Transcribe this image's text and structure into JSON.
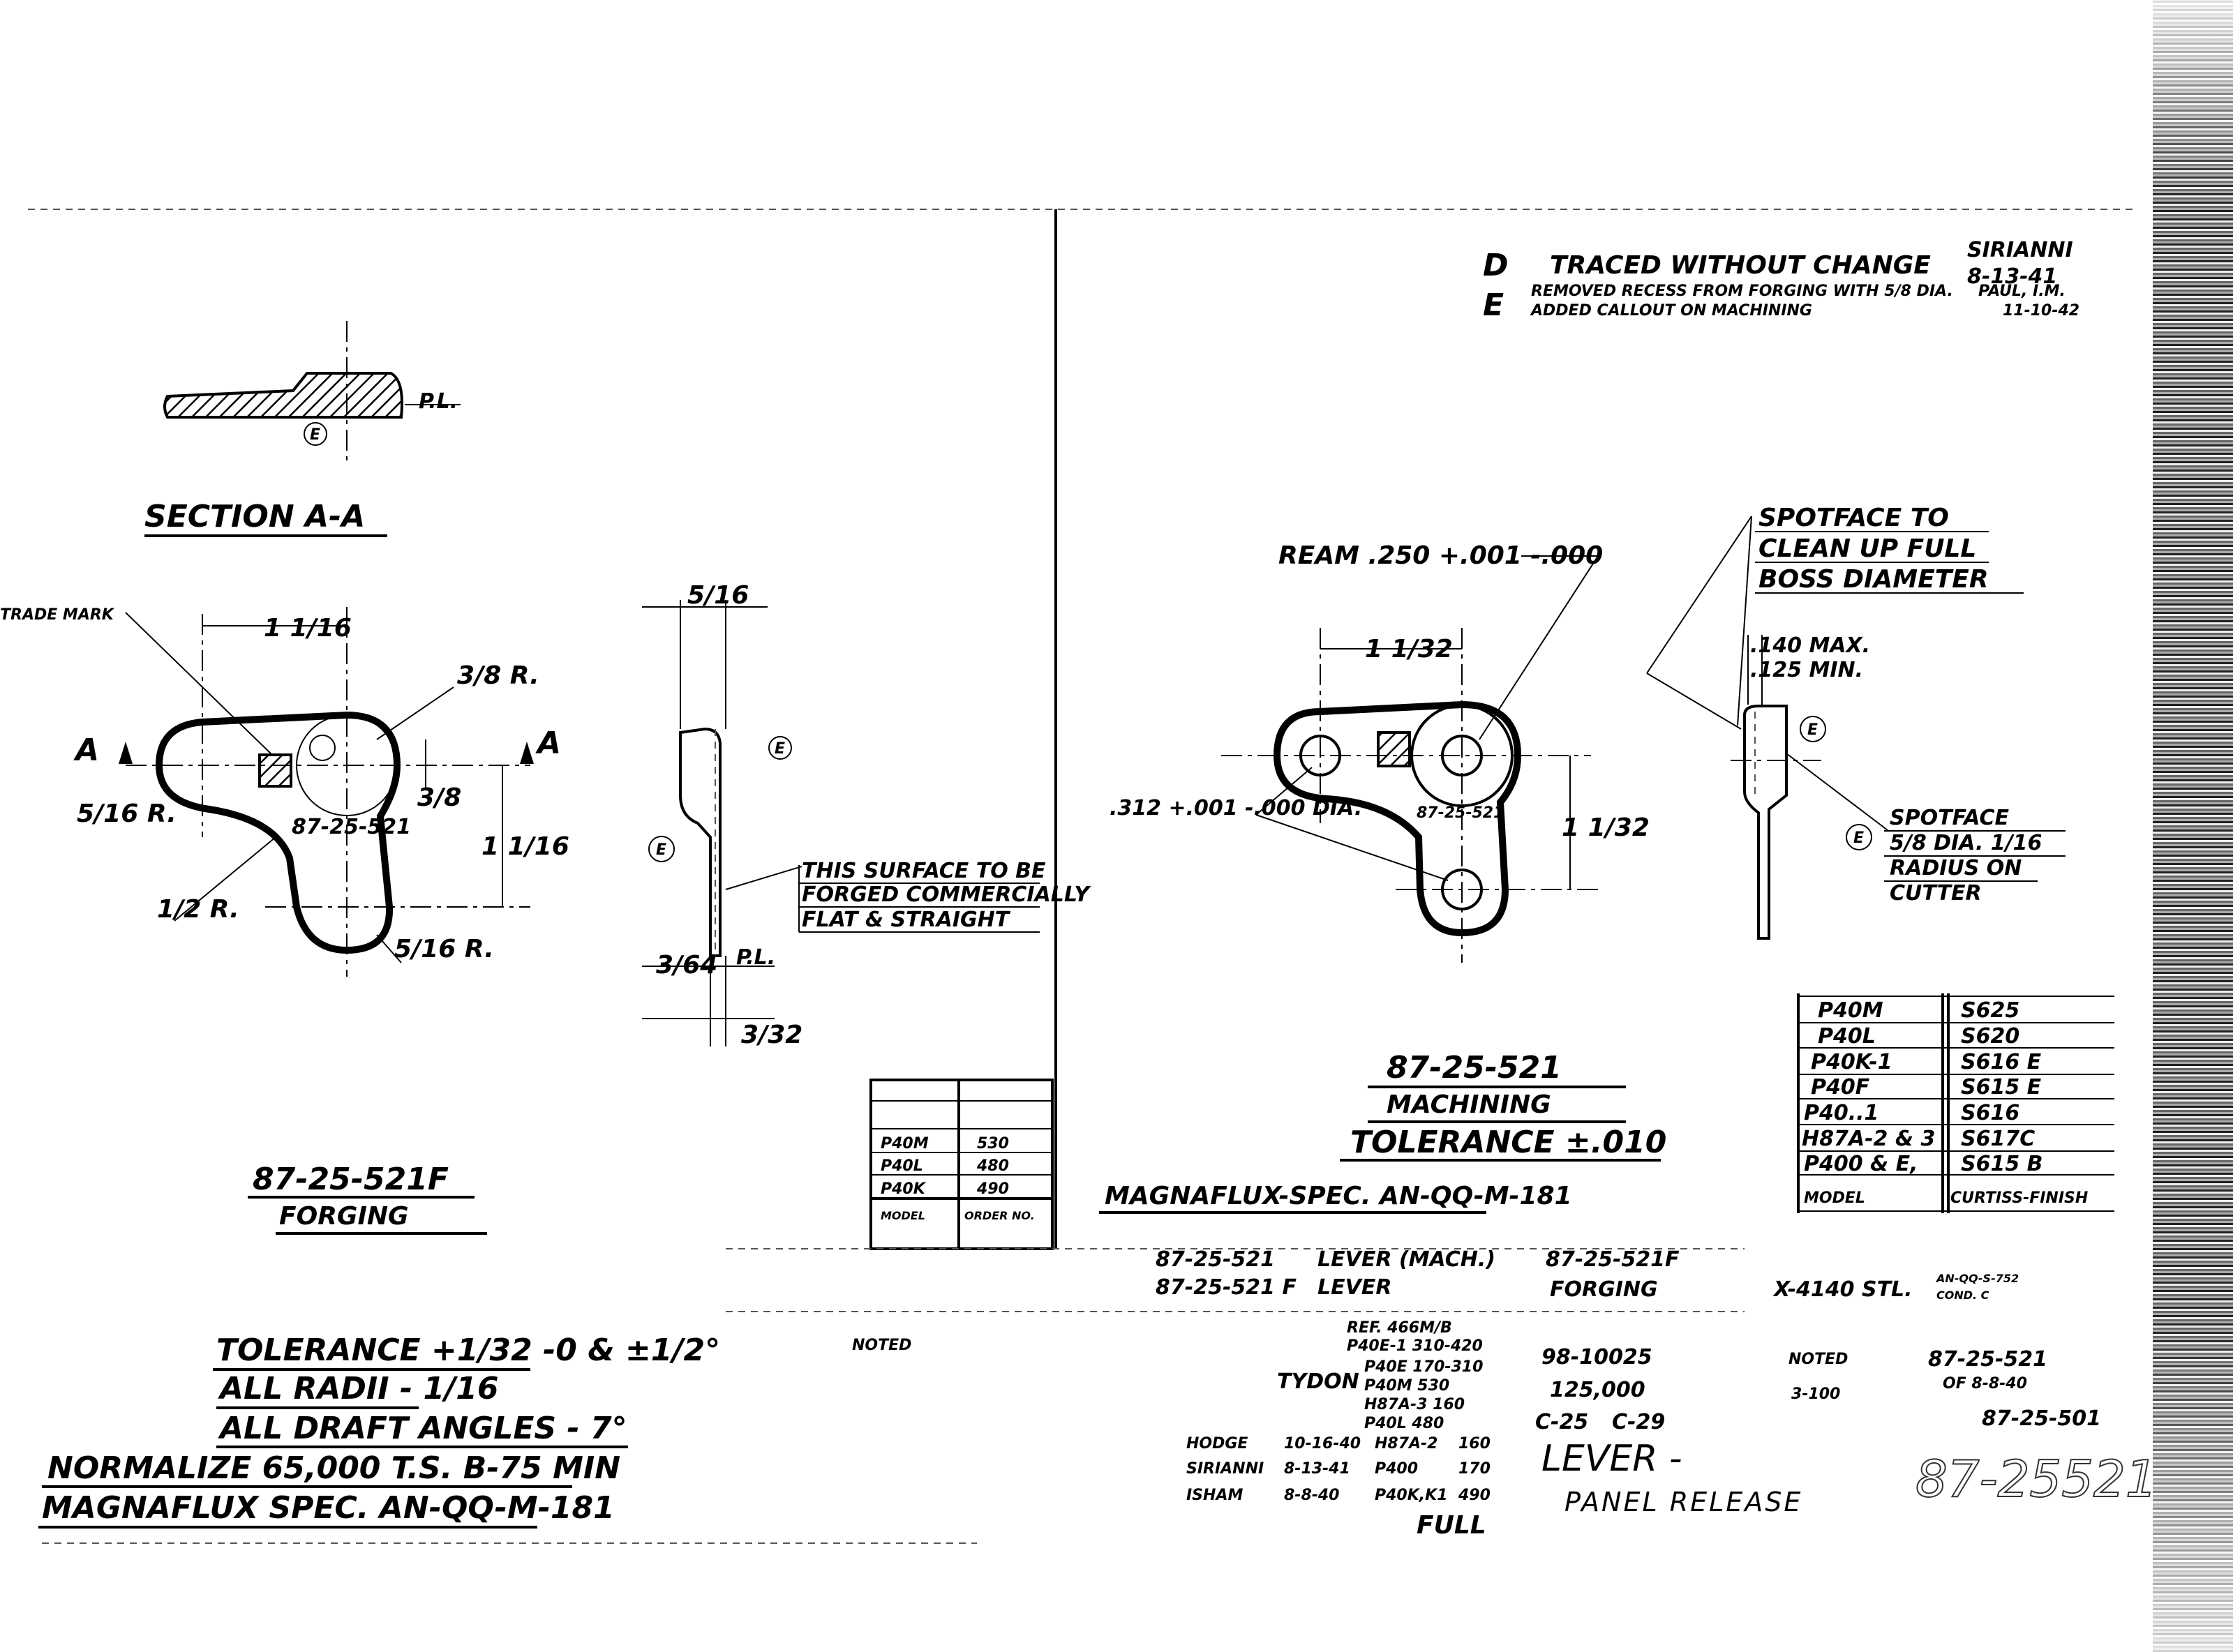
{
  "revisions": [
    {
      "letter": "D",
      "text": "TRACED WITHOUT CHANGE",
      "by": "SIRIANNI",
      "date": "8-13-41"
    },
    {
      "letter": "E",
      "lines": [
        "REMOVED RECESS FROM FORGING WITH 5/8 DIA.",
        "ADDED CALLOUT ON MACHINING"
      ],
      "by": "PAUL, I.M.",
      "date": "11-10-42"
    }
  ],
  "section": {
    "label": "SECTION A-A",
    "pl": "P.L.",
    "rev": "E"
  },
  "forging_view": {
    "trade_mark": "TRADE MARK",
    "dim_width": "1 1/16",
    "r_top": "3/8 R.",
    "a_left": "A",
    "a_right": "A",
    "r_left": "5/16 R.",
    "part": "87-25-521",
    "dim_38": "3/8",
    "dim_height": "1 1/16",
    "r_half": "1/2 R.",
    "r_bottom": "5/16 R."
  },
  "forging_side": {
    "dim_top": "5/16",
    "rev": "E",
    "note": [
      "THIS SURFACE TO BE",
      "FORGED COMMERCIALLY",
      "FLAT & STRAIGHT"
    ],
    "dim_364": "3/64",
    "pl": "P.L.",
    "dim_332": "3/32"
  },
  "forging_label": {
    "part": "87-25-521F",
    "name": "FORGING"
  },
  "order_table": {
    "headers": [
      "MODEL",
      "ORDER NO."
    ],
    "rows": [
      [
        "P40M",
        "530"
      ],
      [
        "P40L",
        "480"
      ],
      [
        "P40K",
        "490"
      ]
    ]
  },
  "notes": [
    "TOLERANCE +1/32 -0 & ±1/2°",
    "ALL RADII - 1/16",
    "ALL DRAFT ANGLES - 7°",
    "NORMALIZE 65,000 T.S.   B-75 MIN",
    "MAGNAFLUX SPEC. AN-QQ-M-181"
  ],
  "machining_view": {
    "ream": "REAM .250 +.001 -.000",
    "dim_width": "1 1/32",
    "dia": ".312 +.001 -.000 DIA.",
    "part": "87-25-521",
    "dim_height": "1 1/32"
  },
  "spotface_top": [
    "SPOTFACE TO",
    "CLEAN UP FULL",
    "BOSS DIAMETER"
  ],
  "thickness": [
    ".140 MAX.",
    ".125 MIN."
  ],
  "spotface_bottom": [
    "SPOTFACE",
    "5/8 DIA.  1/16",
    "RADIUS ON",
    "CUTTER"
  ],
  "machining_label": {
    "part": "87-25-521",
    "name": "MACHINING",
    "tol": "TOLERANCE ±.010"
  },
  "magnaflux": "MAGNAFLUX-SPEC. AN-QQ-M-181",
  "finish_table": {
    "headers": [
      "MODEL",
      "CURTISS-FINISH"
    ],
    "rows": [
      [
        "P40M",
        "S625"
      ],
      [
        "P40L",
        "S620"
      ],
      [
        "P40K-1",
        "S616 E"
      ],
      [
        "P40F",
        "S615 E"
      ],
      [
        "P40..1",
        "S616"
      ],
      [
        "H87A-2 & 3",
        "S617C"
      ],
      [
        "P400 & E,",
        "S615 B"
      ]
    ]
  },
  "title_block": {
    "rows": [
      [
        "87-25-521",
        "LEVER (MACH.)",
        "87-25-521F"
      ],
      [
        "87-25-521 F",
        "LEVER",
        "FORGING",
        "X-4140 STL.",
        "AN-QQ-S-752",
        "COND. C"
      ]
    ],
    "noted_left": "NOTED",
    "ref": [
      "REF. 466M/B",
      "P40E-1 310-420"
    ],
    "tydon": "TYDON",
    "tydon_models": [
      "P40E 170-310",
      "P40M 530",
      "H87A-3 160",
      "P40L 480"
    ],
    "signers": [
      [
        "HODGE",
        "10-16-40",
        "H87A-2",
        "160"
      ],
      [
        "SIRIANNI",
        "8-13-41",
        "P400",
        "170"
      ],
      [
        "ISHAM",
        "8-8-40",
        "P40K,K1",
        "490"
      ]
    ],
    "full": "FULL",
    "mid": [
      "98-10025",
      "125,000",
      "C-25",
      "C-29"
    ],
    "title": "LEVER -",
    "subtitle": "PANEL RELEASE",
    "noted": "NOTED",
    "qty": "3-100",
    "ref_right": [
      "87-25-521",
      "OF 8-8-40"
    ],
    "related": "87-25-501",
    "drawing_no": "87-25521"
  }
}
